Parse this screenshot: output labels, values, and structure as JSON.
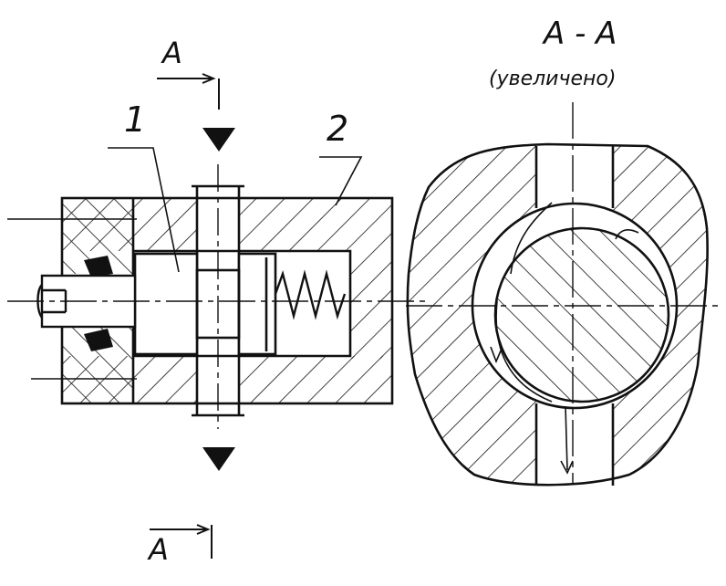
{
  "labels": {
    "part_1": "1",
    "part_2": "2",
    "section_arrow_top": "A",
    "section_arrow_bottom": "A",
    "section_title": "А - А",
    "section_note": "(увеличено)"
  },
  "colors": {
    "line": "#111111",
    "background": "#ffffff"
  }
}
